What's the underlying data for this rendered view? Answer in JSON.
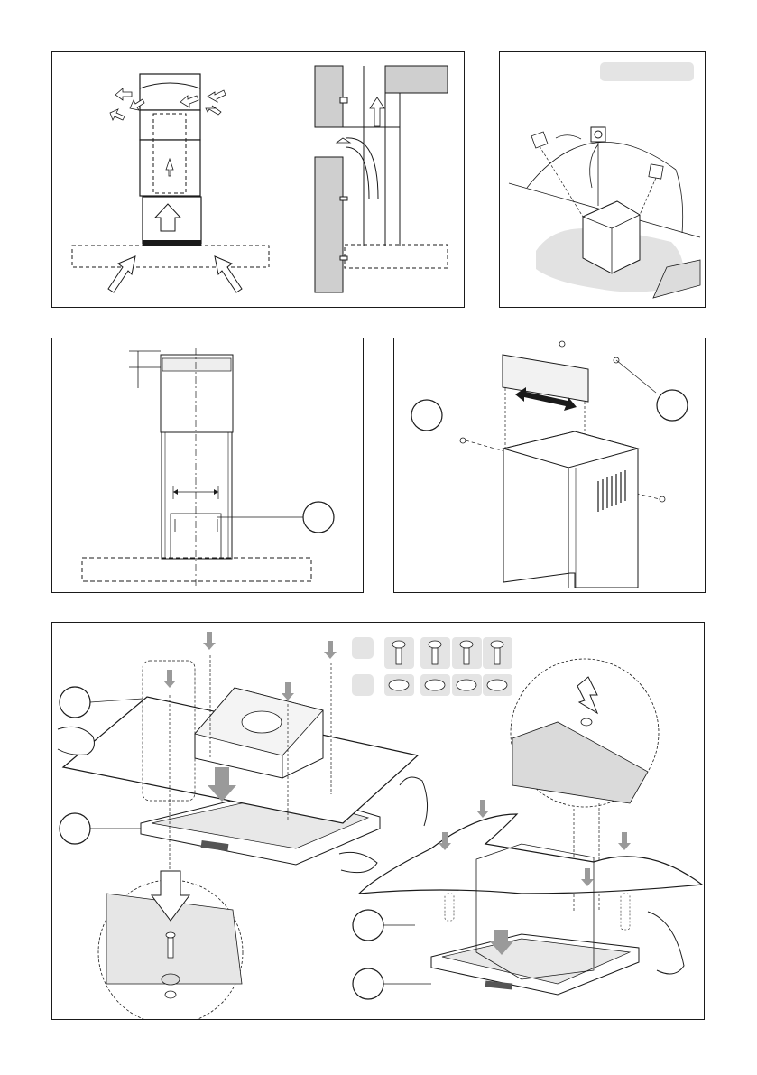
{
  "page": {
    "panels": [
      {
        "id": "airflow-modes",
        "description_labels": []
      },
      {
        "id": "electrical-connection",
        "description_labels": []
      },
      {
        "id": "chimney-bracket-measure",
        "description_labels": []
      },
      {
        "id": "bracket-adjust",
        "description_labels": []
      },
      {
        "id": "glass-mounting",
        "description_labels": []
      }
    ]
  },
  "colors": {
    "line": "#1a1a1a",
    "arrow_fill": "#9a9a9a",
    "shadow": "#d8d8d8",
    "badge": "#e4e4e4",
    "wall": "#cfcfcf"
  },
  "icons": [
    "screw-icon",
    "washer-icon",
    "hand-icon",
    "arrow-icon",
    "callout-circle-icon"
  ]
}
